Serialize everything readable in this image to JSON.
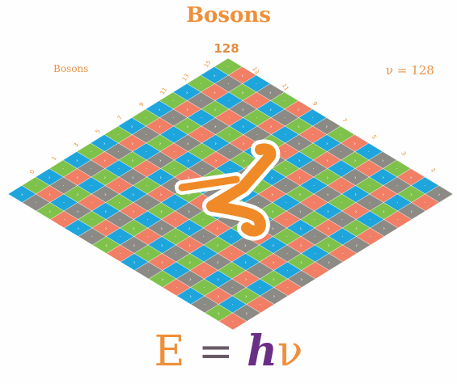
{
  "title": "Bosons",
  "side_label": "Bosons",
  "nu_label": "ν = 128",
  "count_label": "128",
  "edge_numbers_left": [
    "0",
    "1",
    "3",
    "5",
    "7",
    "9",
    "11",
    "13",
    "15"
  ],
  "edge_numbers_right": [
    "13",
    "11",
    "9",
    "7",
    "5",
    "3",
    "1"
  ],
  "formula": {
    "e": "E",
    "eq": "=",
    "h": "h",
    "nu": "ν"
  },
  "colors": {
    "orange": "#ef8f3a",
    "green": "#7ec24b",
    "blue": "#1ea5dc",
    "salmon": "#f07f66",
    "gray": "#8c8a84",
    "purple": "#6b2e86",
    "nu_symbol": "#f08a27"
  },
  "board": {
    "grid_size": 16
  },
  "symbol": "nu-icon"
}
